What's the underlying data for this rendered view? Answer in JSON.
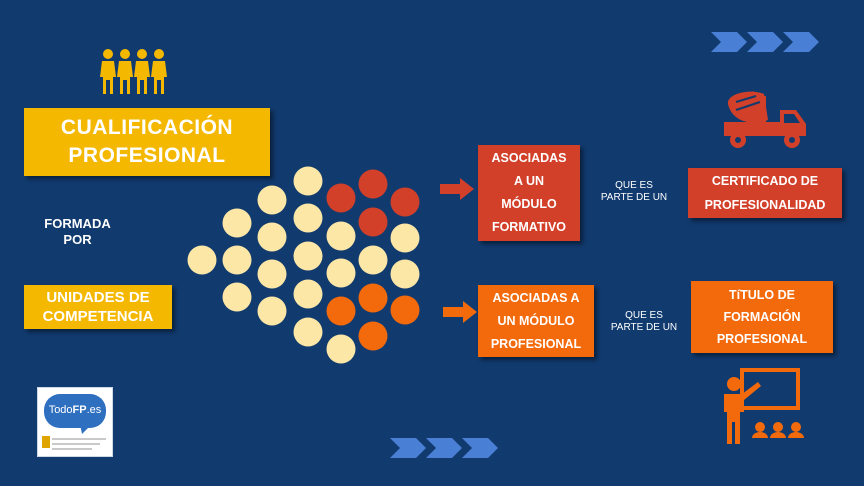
{
  "title_box": {
    "line1": "CUALIFICACIÓN",
    "line2": "PROFESIONAL"
  },
  "formada": {
    "line1": "FORMADA",
    "line2": "POR"
  },
  "unidades_box": {
    "line1": "UNIDADES DE",
    "line2": "COMPETENCIA"
  },
  "upper_branch": {
    "asociadas": [
      "ASOCIADAS",
      "A UN",
      "MÓDULO",
      "FORMATIVO"
    ],
    "connector": [
      "QUE ES",
      "PARTE DE UN"
    ],
    "result": [
      "CERTIFICADO DE",
      "PROFESIONALIDAD"
    ]
  },
  "lower_branch": {
    "asociadas": [
      "ASOCIADAS A",
      "UN MÓDULO",
      "PROFESIONAL"
    ],
    "connector": [
      "QUE ES",
      "PARTE DE UN"
    ],
    "result": [
      "TíTULO DE",
      "FORMACIÓN",
      "PROFESIONAL"
    ]
  },
  "logo": {
    "text_a": "Todo",
    "text_b": "FP",
    "text_c": ".es"
  },
  "colors": {
    "background": "#113a6e",
    "yellow": "#f5b800",
    "red": "#d2402a",
    "orange": "#f36a0c",
    "cream": "#fde7a6",
    "chevron": "#4a7fd6"
  },
  "icons": [
    "people-icon",
    "cement-truck-icon",
    "teacher-classroom-icon",
    "chevron-arrows-icon",
    "arrow-right-icon"
  ]
}
